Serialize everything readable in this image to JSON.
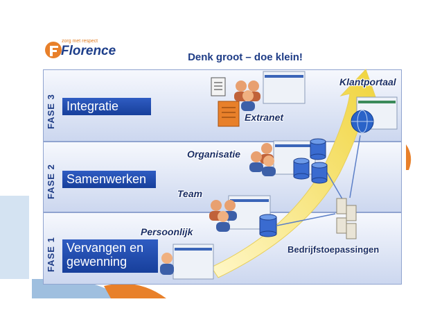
{
  "logo": {
    "tagline": "zorg met respect",
    "wordmark": "Florence"
  },
  "title": "Denk groot – doe klein!",
  "phases": [
    {
      "fase": "FASE 3",
      "name": "Integratie"
    },
    {
      "fase": "FASE 2",
      "name": "Samenwerken"
    },
    {
      "fase": "FASE 1",
      "name": "Vervangen en gewenning"
    }
  ],
  "labels": {
    "klantportaal": "Klantportaal",
    "extranet": "Extranet",
    "organisatie": "Organisatie",
    "team": "Team",
    "persoonlijk": "Persoonlijk",
    "bedrijfstoepassingen": "Bedrijfstoepassingen"
  },
  "colors": {
    "navy": "#1e3c86",
    "orange": "#e8802a",
    "arrow": "#f3e36a"
  }
}
